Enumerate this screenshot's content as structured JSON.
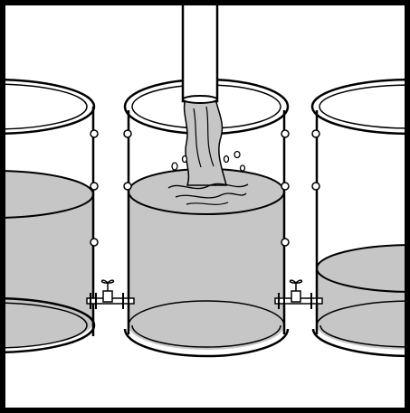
{
  "colors": {
    "frame": "#000000",
    "background": "#ffffff",
    "fluid": "#c6c6c6",
    "outline": "#000000"
  },
  "icons": {
    "pipe": "pipe-icon",
    "tank": "tank-icon",
    "valve": "valve-icon",
    "splash": "splash-icon"
  },
  "tanks": {
    "left_fill_fraction": 0.61,
    "center_fill_fraction": 0.66,
    "right_fill_fraction": 0.36
  },
  "valves": {
    "left_state": "open",
    "right_state": "open"
  }
}
